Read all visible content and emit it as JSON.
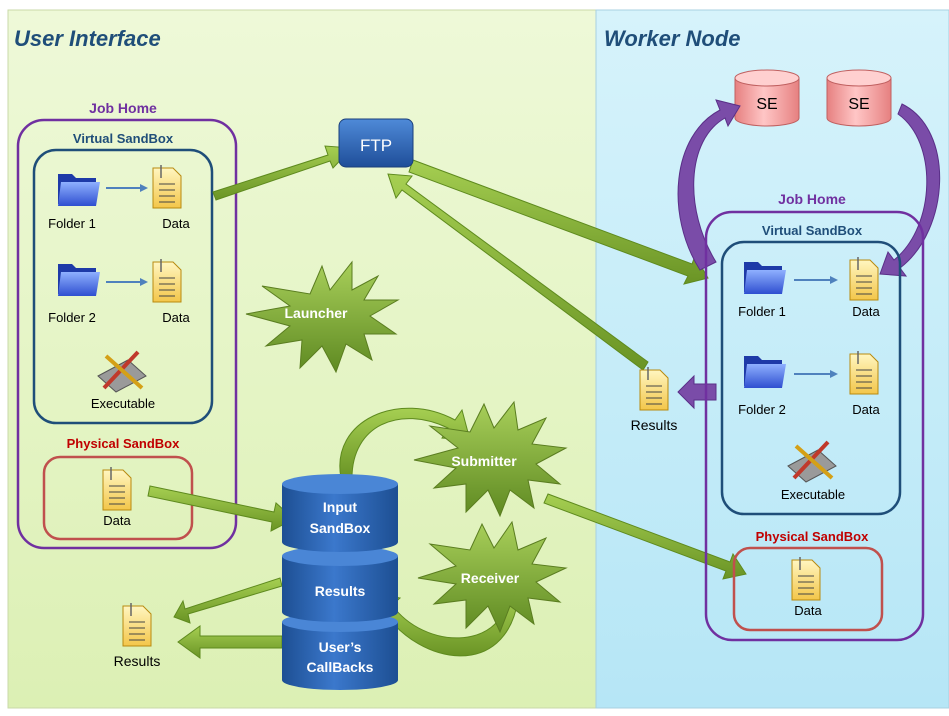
{
  "panels": {
    "left_title": "User Interface",
    "right_title": "Worker Node"
  },
  "ui_side": {
    "job_home": "Job Home",
    "virtual_sandbox": "Virtual SandBox",
    "folder1": "Folder 1",
    "folder2": "Folder 2",
    "data1": "Data",
    "data2": "Data",
    "executable": "Executable",
    "physical_sandbox": "Physical SandBox",
    "physical_data": "Data",
    "results_doc": "Results"
  },
  "center": {
    "ftp": "FTP",
    "launcher": "Launcher",
    "submitter": "Submitter",
    "receiver": "Receiver",
    "input_sandbox_l1": "Input",
    "input_sandbox_l2": "SandBox",
    "results_db": "Results",
    "callbacks_l1": "User’s",
    "callbacks_l2": "CallBacks"
  },
  "worker_side": {
    "se1": "SE",
    "se2": "SE",
    "job_home": "Job Home",
    "virtual_sandbox": "Virtual SandBox",
    "folder1": "Folder 1",
    "folder2": "Folder 2",
    "data1": "Data",
    "data2": "Data",
    "executable": "Executable",
    "physical_sandbox": "Physical SandBox",
    "physical_data": "Data",
    "results_doc": "Results"
  },
  "colors": {
    "left_bg": "#e6f5c8",
    "right_bg": "#c4ecf8",
    "title_blue": "#1f4e79",
    "purple": "#7030a0",
    "dark_blue": "#1f4e79",
    "red": "#c00000",
    "green_arrow": "#7aa632",
    "db_blue": "#2f68b4",
    "se_pink": "#f4a0a0"
  }
}
